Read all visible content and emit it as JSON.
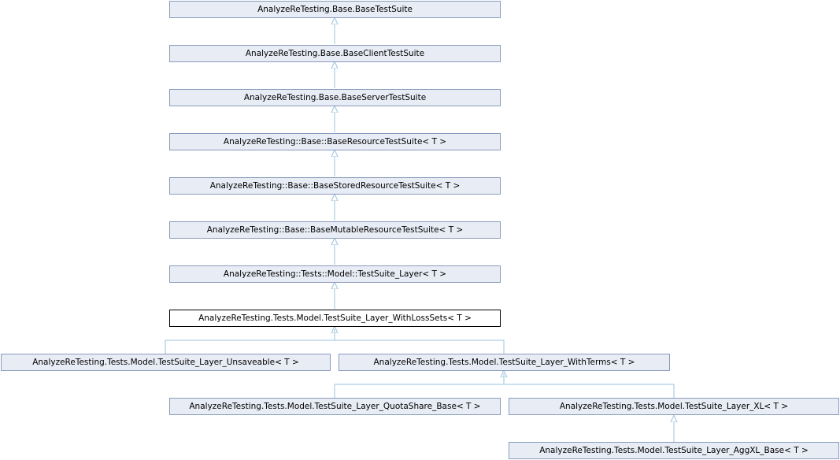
{
  "nodes": {
    "n1": {
      "label": "AnalyzeReTesting.Base.BaseTestSuite"
    },
    "n2": {
      "label": "AnalyzeReTesting.Base.BaseClientTestSuite"
    },
    "n3": {
      "label": "AnalyzeReTesting.Base.BaseServerTestSuite"
    },
    "n4": {
      "label": "AnalyzeReTesting::Base::BaseResourceTestSuite< T >"
    },
    "n5": {
      "label": "AnalyzeReTesting::Base::BaseStoredResourceTestSuite< T >"
    },
    "n6": {
      "label": "AnalyzeReTesting::Base::BaseMutableResourceTestSuite< T >"
    },
    "n7": {
      "label": "AnalyzeReTesting::Tests::Model::TestSuite_Layer< T >"
    },
    "n8": {
      "label": "AnalyzeReTesting.Tests.Model.TestSuite_Layer_WithLossSets< T >"
    },
    "n9": {
      "label": "AnalyzeReTesting.Tests.Model.TestSuite_Layer_Unsaveable< T >"
    },
    "n10": {
      "label": "AnalyzeReTesting.Tests.Model.TestSuite_Layer_WithTerms< T >"
    },
    "n11": {
      "label": "AnalyzeReTesting.Tests.Model.TestSuite_Layer_QuotaShare_Base< T >"
    },
    "n12": {
      "label": "AnalyzeReTesting.Tests.Model.TestSuite_Layer_XL< T >"
    },
    "n13": {
      "label": "AnalyzeReTesting.Tests.Model.TestSuite_Layer_AggXL_Base< T >"
    }
  },
  "colors": {
    "node_fill": "#e8ecf5",
    "node_border": "#8a9bbd",
    "current_node_border": "#000000",
    "edge": "#9cc3dc"
  }
}
